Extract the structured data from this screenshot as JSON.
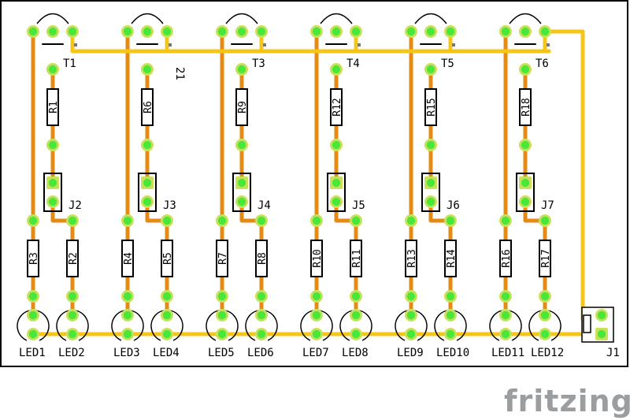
{
  "app": {
    "logo_text": "fritzing"
  },
  "colors": {
    "trace_top": "#f5c518",
    "trace_bottom": "#e58a12",
    "pad_ring": "#c8e05a",
    "pad_fill": "#48e83a",
    "silk": "#000000",
    "logo": "#9a9ea1"
  },
  "transistors": [
    "T1",
    "21",
    "T3",
    "T4",
    "T5",
    "T6"
  ],
  "jumpers": [
    "J2",
    "J3",
    "J4",
    "J5",
    "J6",
    "J7"
  ],
  "upper_resistors": [
    "R1",
    "R6",
    "R9",
    "R12",
    "R15",
    "R18"
  ],
  "lower_resistors": [
    [
      "R3",
      "R2"
    ],
    [
      "R4",
      "R5"
    ],
    [
      "R7",
      "R8"
    ],
    [
      "R10",
      "R11"
    ],
    [
      "R13",
      "R14"
    ],
    [
      "R16",
      "R17"
    ]
  ],
  "leds": [
    [
      "LED1",
      "LED2"
    ],
    [
      "LED3",
      "LED4"
    ],
    [
      "LED5",
      "LED6"
    ],
    [
      "LED7",
      "LED8"
    ],
    [
      "LED9",
      "LED10"
    ],
    [
      "LED11",
      "LED12"
    ]
  ],
  "connector": {
    "label": "J1"
  }
}
